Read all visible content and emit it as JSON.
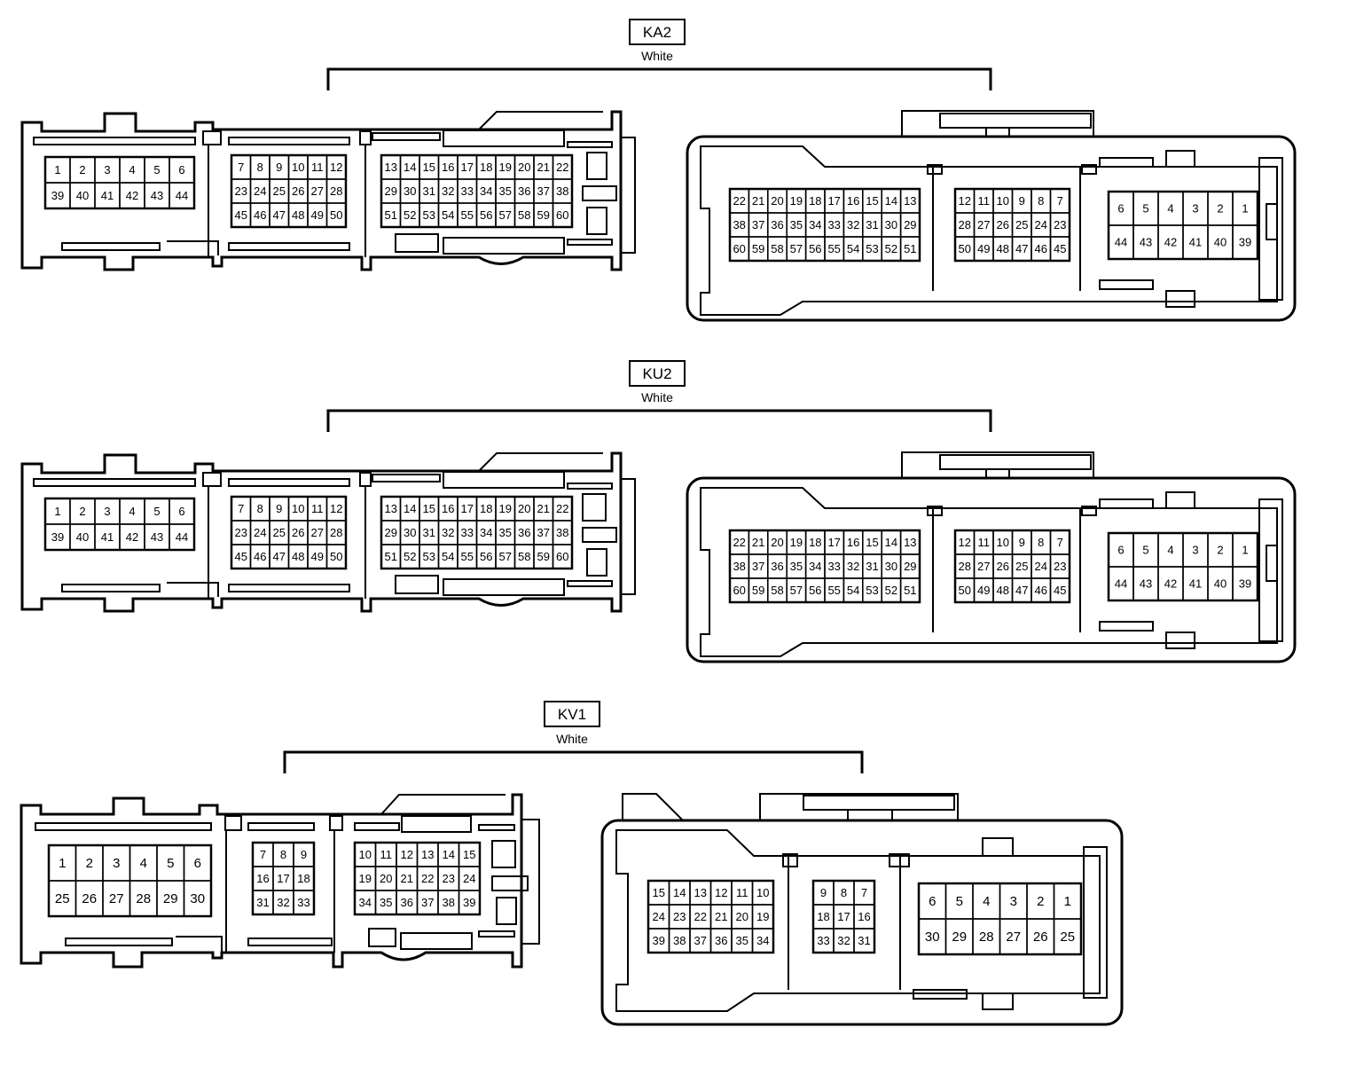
{
  "connectors": [
    {
      "code": "KA2",
      "color": "White",
      "harness": {
        "a": [
          [
            "1",
            "2",
            "3",
            "4",
            "5",
            "6"
          ],
          [
            "39",
            "40",
            "41",
            "42",
            "43",
            "44"
          ]
        ],
        "b": [
          [
            "7",
            "8",
            "9",
            "10",
            "11",
            "12"
          ],
          [
            "23",
            "24",
            "25",
            "26",
            "27",
            "28"
          ],
          [
            "45",
            "46",
            "47",
            "48",
            "49",
            "50"
          ]
        ],
        "c": [
          [
            "13",
            "14",
            "15",
            "16",
            "17",
            "18",
            "19",
            "20",
            "21",
            "22"
          ],
          [
            "29",
            "30",
            "31",
            "32",
            "33",
            "34",
            "35",
            "36",
            "37",
            "38"
          ],
          [
            "51",
            "52",
            "53",
            "54",
            "55",
            "56",
            "57",
            "58",
            "59",
            "60"
          ]
        ]
      },
      "terminal": {
        "a": [
          [
            "22",
            "21",
            "20",
            "19",
            "18",
            "17",
            "16",
            "15",
            "14",
            "13"
          ],
          [
            "38",
            "37",
            "36",
            "35",
            "34",
            "33",
            "32",
            "31",
            "30",
            "29"
          ],
          [
            "60",
            "59",
            "58",
            "57",
            "56",
            "55",
            "54",
            "53",
            "52",
            "51"
          ]
        ],
        "b": [
          [
            "12",
            "11",
            "10",
            "9",
            "8",
            "7"
          ],
          [
            "28",
            "27",
            "26",
            "25",
            "24",
            "23"
          ],
          [
            "50",
            "49",
            "48",
            "47",
            "46",
            "45"
          ]
        ],
        "c": [
          [
            "6",
            "5",
            "4",
            "3",
            "2",
            "1"
          ],
          [
            "44",
            "43",
            "42",
            "41",
            "40",
            "39"
          ]
        ]
      }
    },
    {
      "code": "KU2",
      "color": "White",
      "harness": {
        "a": [
          [
            "1",
            "2",
            "3",
            "4",
            "5",
            "6"
          ],
          [
            "39",
            "40",
            "41",
            "42",
            "43",
            "44"
          ]
        ],
        "b": [
          [
            "7",
            "8",
            "9",
            "10",
            "11",
            "12"
          ],
          [
            "23",
            "24",
            "25",
            "26",
            "27",
            "28"
          ],
          [
            "45",
            "46",
            "47",
            "48",
            "49",
            "50"
          ]
        ],
        "c": [
          [
            "13",
            "14",
            "15",
            "16",
            "17",
            "18",
            "19",
            "20",
            "21",
            "22"
          ],
          [
            "29",
            "30",
            "31",
            "32",
            "33",
            "34",
            "35",
            "36",
            "37",
            "38"
          ],
          [
            "51",
            "52",
            "53",
            "54",
            "55",
            "56",
            "57",
            "58",
            "59",
            "60"
          ]
        ]
      },
      "terminal": {
        "a": [
          [
            "22",
            "21",
            "20",
            "19",
            "18",
            "17",
            "16",
            "15",
            "14",
            "13"
          ],
          [
            "38",
            "37",
            "36",
            "35",
            "34",
            "33",
            "32",
            "31",
            "30",
            "29"
          ],
          [
            "60",
            "59",
            "58",
            "57",
            "56",
            "55",
            "54",
            "53",
            "52",
            "51"
          ]
        ],
        "b": [
          [
            "12",
            "11",
            "10",
            "9",
            "8",
            "7"
          ],
          [
            "28",
            "27",
            "26",
            "25",
            "24",
            "23"
          ],
          [
            "50",
            "49",
            "48",
            "47",
            "46",
            "45"
          ]
        ],
        "c": [
          [
            "6",
            "5",
            "4",
            "3",
            "2",
            "1"
          ],
          [
            "44",
            "43",
            "42",
            "41",
            "40",
            "39"
          ]
        ]
      }
    },
    {
      "code": "KV1",
      "color": "White",
      "harness": {
        "a": [
          [
            "1",
            "2",
            "3",
            "4",
            "5",
            "6"
          ],
          [
            "25",
            "26",
            "27",
            "28",
            "29",
            "30"
          ]
        ],
        "b": [
          [
            "7",
            "8",
            "9"
          ],
          [
            "16",
            "17",
            "18"
          ],
          [
            "31",
            "32",
            "33"
          ]
        ],
        "c": [
          [
            "10",
            "11",
            "12",
            "13",
            "14",
            "15"
          ],
          [
            "19",
            "20",
            "21",
            "22",
            "23",
            "24"
          ],
          [
            "34",
            "35",
            "36",
            "37",
            "38",
            "39"
          ]
        ]
      },
      "terminal": {
        "a": [
          [
            "15",
            "14",
            "13",
            "12",
            "11",
            "10"
          ],
          [
            "24",
            "23",
            "22",
            "21",
            "20",
            "19"
          ],
          [
            "39",
            "38",
            "37",
            "36",
            "35",
            "34"
          ]
        ],
        "b": [
          [
            "9",
            "8",
            "7"
          ],
          [
            "18",
            "17",
            "16"
          ],
          [
            "33",
            "32",
            "31"
          ]
        ],
        "c": [
          [
            "6",
            "5",
            "4",
            "3",
            "2",
            "1"
          ],
          [
            "30",
            "29",
            "28",
            "27",
            "26",
            "25"
          ]
        ]
      }
    }
  ]
}
